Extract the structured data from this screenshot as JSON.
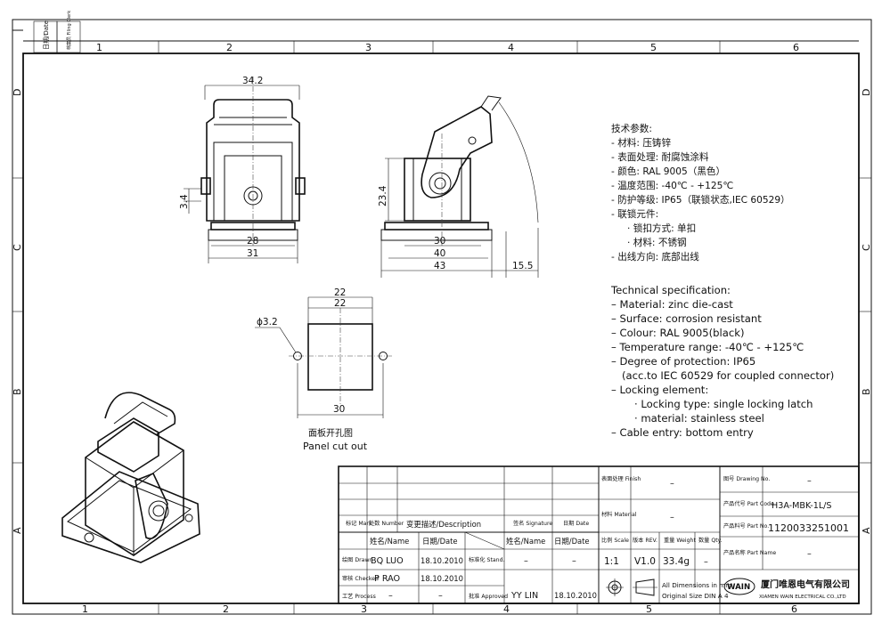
{
  "zones": {
    "columns": [
      "1",
      "2",
      "3",
      "4",
      "5",
      "6"
    ],
    "rows": [
      "D",
      "C",
      "B",
      "A"
    ]
  },
  "filing": {
    "date_label": "日期/Date",
    "clerk_label": "档案员 Filing Clerk"
  },
  "dimensions": {
    "front_width": "34.2",
    "front_height": "3.4",
    "front_base_inner": "28",
    "front_base_outer": "31",
    "side_height": "23.4",
    "side_base_1": "30",
    "side_base_2": "40",
    "side_base_3": "43",
    "side_lever": "15.5",
    "cut_top_1": "22",
    "cut_top_2": "22",
    "cut_hole": "ϕ3.2",
    "cut_bottom": "30"
  },
  "panel_cutout": {
    "label_cn": "面板开孔图",
    "label_en": "Panel cut out"
  },
  "spec_cn": [
    "技术参数:",
    "- 材料: 压铸锌",
    "- 表面处理: 耐腐蚀涂料",
    "- 颜色: RAL 9005（黑色）",
    "- 温度范围: -40℃ - +125℃",
    "- 防护等级: IP65（联锁状态,IEC 60529）",
    "- 联锁元件:",
    "· 锁扣方式: 单扣",
    "· 材料: 不锈钢",
    "- 出线方向: 底部出线"
  ],
  "spec_en": [
    "Technical specification:",
    "– Material: zinc die-cast",
    "– Surface: corrosion resistant",
    "– Colour: RAL 9005(black)",
    "– Temperature range: -40℃ - +125℃",
    "– Degree of protection: IP65",
    "(acc.to IEC 60529 for coupled connector)",
    "– Locking element:",
    "· Locking type: single locking latch",
    "· material: stainless steel",
    "– Cable entry: bottom entry"
  ],
  "title_block": {
    "rev_headers": {
      "mark": "标记 Mark",
      "number": "处数 Number",
      "description": "变更描述/Description",
      "signature": "签名 Signature",
      "date": "日期 Date"
    },
    "approval_headers": {
      "name": "姓名/Name",
      "date": "日期/Date",
      "name2": "姓名/Name",
      "date2": "日期/Date"
    },
    "drawn_label": "绘图 Drawn",
    "drawn_name": "BQ LUO",
    "drawn_date": "18.10.2010",
    "stand_label": "标准化 Stand.",
    "stand_name": "–",
    "stand_date": "–",
    "checked_label": "审核 Checked",
    "checked_name": "P RAO",
    "checked_date": "18.10.2010",
    "process_label": "工艺 Process",
    "process_name": "–",
    "process_date": "–",
    "approved_label": "批准 Approved",
    "approved_name": "YY LIN",
    "approved_date": "18.10.2010",
    "finish_label": "表面处理 Finish",
    "finish_value": "–",
    "material_label": "材料 Material",
    "material_value": "–",
    "scale_label": "比例 Scale",
    "scale_value": "1:1",
    "rev_label": "版本 REV.",
    "rev_value": "V1.0",
    "weight_label": "重量 Weight",
    "weight_value": "33.4g",
    "qty_label": "数量 Qty.",
    "qty_value": "–",
    "dimensions_note_1": "All Dimensions in mm",
    "dimensions_note_2": "Original Size DIN A 4",
    "drawing_no_label": "图号 Drawing No.",
    "drawing_no_value": "–",
    "part_code_label": "产品代号 Part Code",
    "part_code_value": "H3A-MBK-1L/S",
    "part_no_label": "产品料号 Part No.",
    "part_no_value": "1120033251001",
    "part_name_label": "产品名称 Part Name",
    "part_name_value": "–",
    "logo_text": "WAIN",
    "company_cn": "厦门唯恩电气有限公司",
    "company_en": "XIAMEN WAIN ELECTRICAL CO.,LTD"
  }
}
